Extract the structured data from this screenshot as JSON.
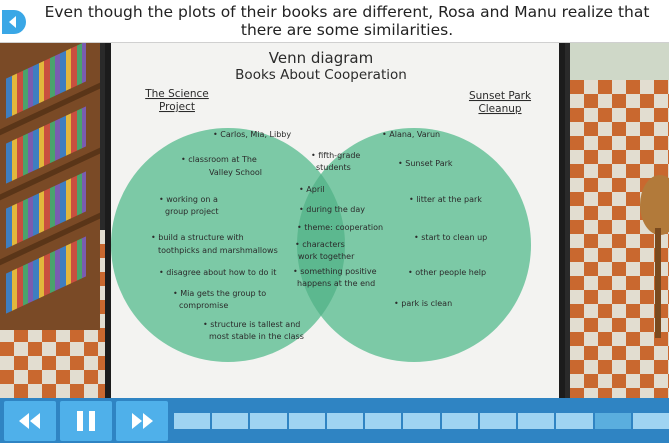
{
  "caption": {
    "text": "Even though the plots of their books are different, Rosa and Manu realize that there are some similarities."
  },
  "diagram": {
    "title_line1": "Venn diagram",
    "title_line2": "Books About Cooperation",
    "left_label_line1": "The Science",
    "left_label_line2": "Project",
    "right_label_line1": "Sunset Park",
    "right_label_line2": "Cleanup",
    "left_items": [
      "• Carlos, Mia, Libby",
      "• classroom at The",
      "Valley School",
      "• working on a",
      "group project",
      "• build a structure with",
      "toothpicks and marshmallows",
      "• disagree about how to do it",
      "• Mia gets the group to",
      "compromise",
      "• structure is tallest and",
      "most stable in the class"
    ],
    "center_items": [
      "• fifth-grade",
      "students",
      "• April",
      "• during the day",
      "• theme: cooperation",
      "• characters",
      "work together",
      "• something positive",
      "happens at the end"
    ],
    "right_items": [
      "• Alana, Varun",
      "• Sunset Park",
      "• litter at the park",
      "• start to clean up",
      "• other people help",
      "• park is clean"
    ],
    "colors": {
      "circle": "#7cc9a6",
      "overlap": "#5cb88f",
      "title": "#1f4f8a"
    }
  },
  "controls": {
    "rewind_icon": "rewind-icon",
    "pause_icon": "pause-icon",
    "forward_icon": "fast-forward-icon",
    "progress_segments": 13,
    "progress_active_index": 11
  }
}
